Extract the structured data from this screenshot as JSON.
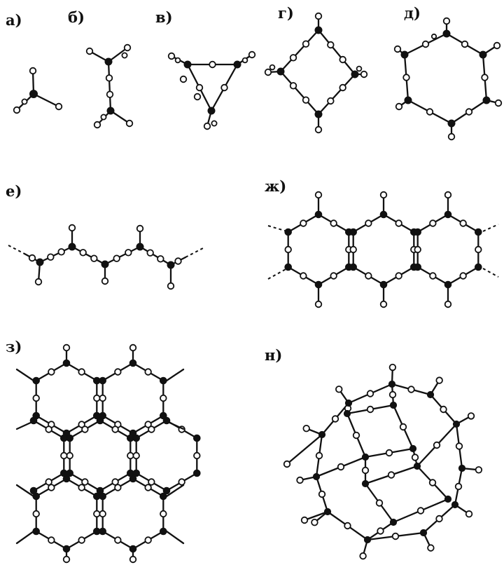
{
  "panels": [
    {
      "id": "a",
      "label": "а)"
    },
    {
      "id": "b",
      "label": "б)"
    },
    {
      "id": "v",
      "label": "в)"
    },
    {
      "id": "g",
      "label": "г)"
    },
    {
      "id": "d",
      "label": "д)"
    },
    {
      "id": "e",
      "label": "е)"
    },
    {
      "id": "zh",
      "label": "ж)"
    },
    {
      "id": "z",
      "label": "з)"
    },
    {
      "id": "i",
      "label": "н)"
    }
  ],
  "legend": {
    "tetrahedral_atom_color": "#111111",
    "oxygen_atom_color": "#ffffff"
  }
}
